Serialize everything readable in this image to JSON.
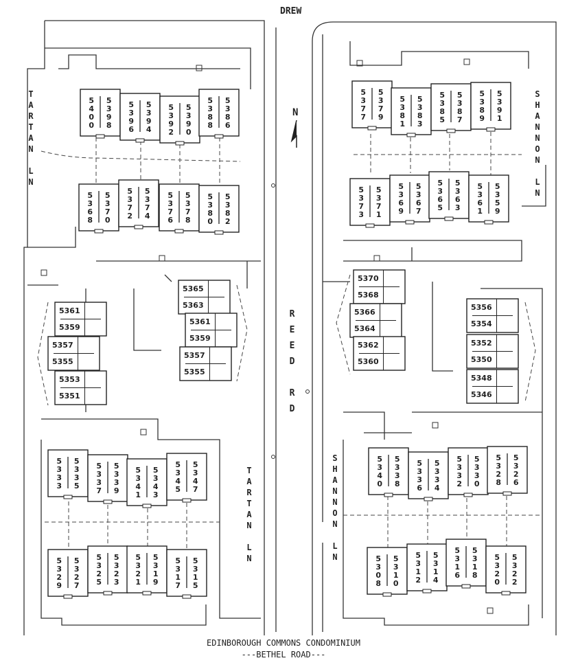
{
  "title": "EDINBOROUGH COMMONS CONDOMINIUM",
  "subtitle": "---BETHEL ROAD---",
  "roads": {
    "top": "DREW",
    "center": "REED RD",
    "tartan_upper": "TARTAN LN",
    "tartan_lower": "TARTAN LN",
    "shannon_upper": "SHANNON LN",
    "shannon_lower": "SHANNON LN"
  },
  "north_label": "N",
  "vertical_buildings": [
    {
      "units": [
        "5400",
        "5398"
      ]
    },
    {
      "units": [
        "5396",
        "5394"
      ]
    },
    {
      "units": [
        "5392",
        "5390"
      ]
    },
    {
      "units": [
        "5388",
        "5386"
      ]
    },
    {
      "units": [
        "5368",
        "5370"
      ]
    },
    {
      "units": [
        "5372",
        "5374"
      ]
    },
    {
      "units": [
        "5376",
        "5378"
      ]
    },
    {
      "units": [
        "5380",
        "5382"
      ]
    },
    {
      "units": [
        "5377",
        "5379"
      ]
    },
    {
      "units": [
        "5381",
        "5383"
      ]
    },
    {
      "units": [
        "5385",
        "5387"
      ]
    },
    {
      "units": [
        "5389",
        "5391"
      ]
    },
    {
      "units": [
        "5373",
        "5371"
      ]
    },
    {
      "units": [
        "5369",
        "5367"
      ]
    },
    {
      "units": [
        "5365",
        "5363"
      ]
    },
    {
      "units": [
        "5361",
        "5359"
      ]
    },
    {
      "units": [
        "5333",
        "5335"
      ]
    },
    {
      "units": [
        "5337",
        "5339"
      ]
    },
    {
      "units": [
        "5341",
        "5343"
      ]
    },
    {
      "units": [
        "5345",
        "5347"
      ]
    },
    {
      "units": [
        "5329",
        "5327"
      ]
    },
    {
      "units": [
        "5325",
        "5323"
      ]
    },
    {
      "units": [
        "5321",
        "5319"
      ]
    },
    {
      "units": [
        "5317",
        "5315"
      ]
    },
    {
      "units": [
        "5340",
        "5338"
      ]
    },
    {
      "units": [
        "5336",
        "5334"
      ]
    },
    {
      "units": [
        "5332",
        "5330"
      ]
    },
    {
      "units": [
        "5328",
        "5326"
      ]
    },
    {
      "units": [
        "5308",
        "5310"
      ]
    },
    {
      "units": [
        "5312",
        "5314"
      ]
    },
    {
      "units": [
        "5316",
        "5318"
      ]
    },
    {
      "units": [
        "5320",
        "5322"
      ]
    }
  ],
  "horizontal_buildings": [
    {
      "units": [
        "5361",
        "5359"
      ]
    },
    {
      "units": [
        "5357",
        "5355"
      ]
    },
    {
      "units": [
        "5353",
        "5351"
      ]
    },
    {
      "units": [
        "5365",
        "5363"
      ]
    },
    {
      "units": [
        "5361",
        "5359"
      ]
    },
    {
      "units": [
        "5357",
        "5355"
      ]
    },
    {
      "units": [
        "5370",
        "5368"
      ]
    },
    {
      "units": [
        "5366",
        "5364"
      ]
    },
    {
      "units": [
        "5362",
        "5360"
      ]
    },
    {
      "units": [
        "5356",
        "5354"
      ]
    },
    {
      "units": [
        "5352",
        "5350"
      ]
    },
    {
      "units": [
        "5348",
        "5346"
      ]
    }
  ]
}
